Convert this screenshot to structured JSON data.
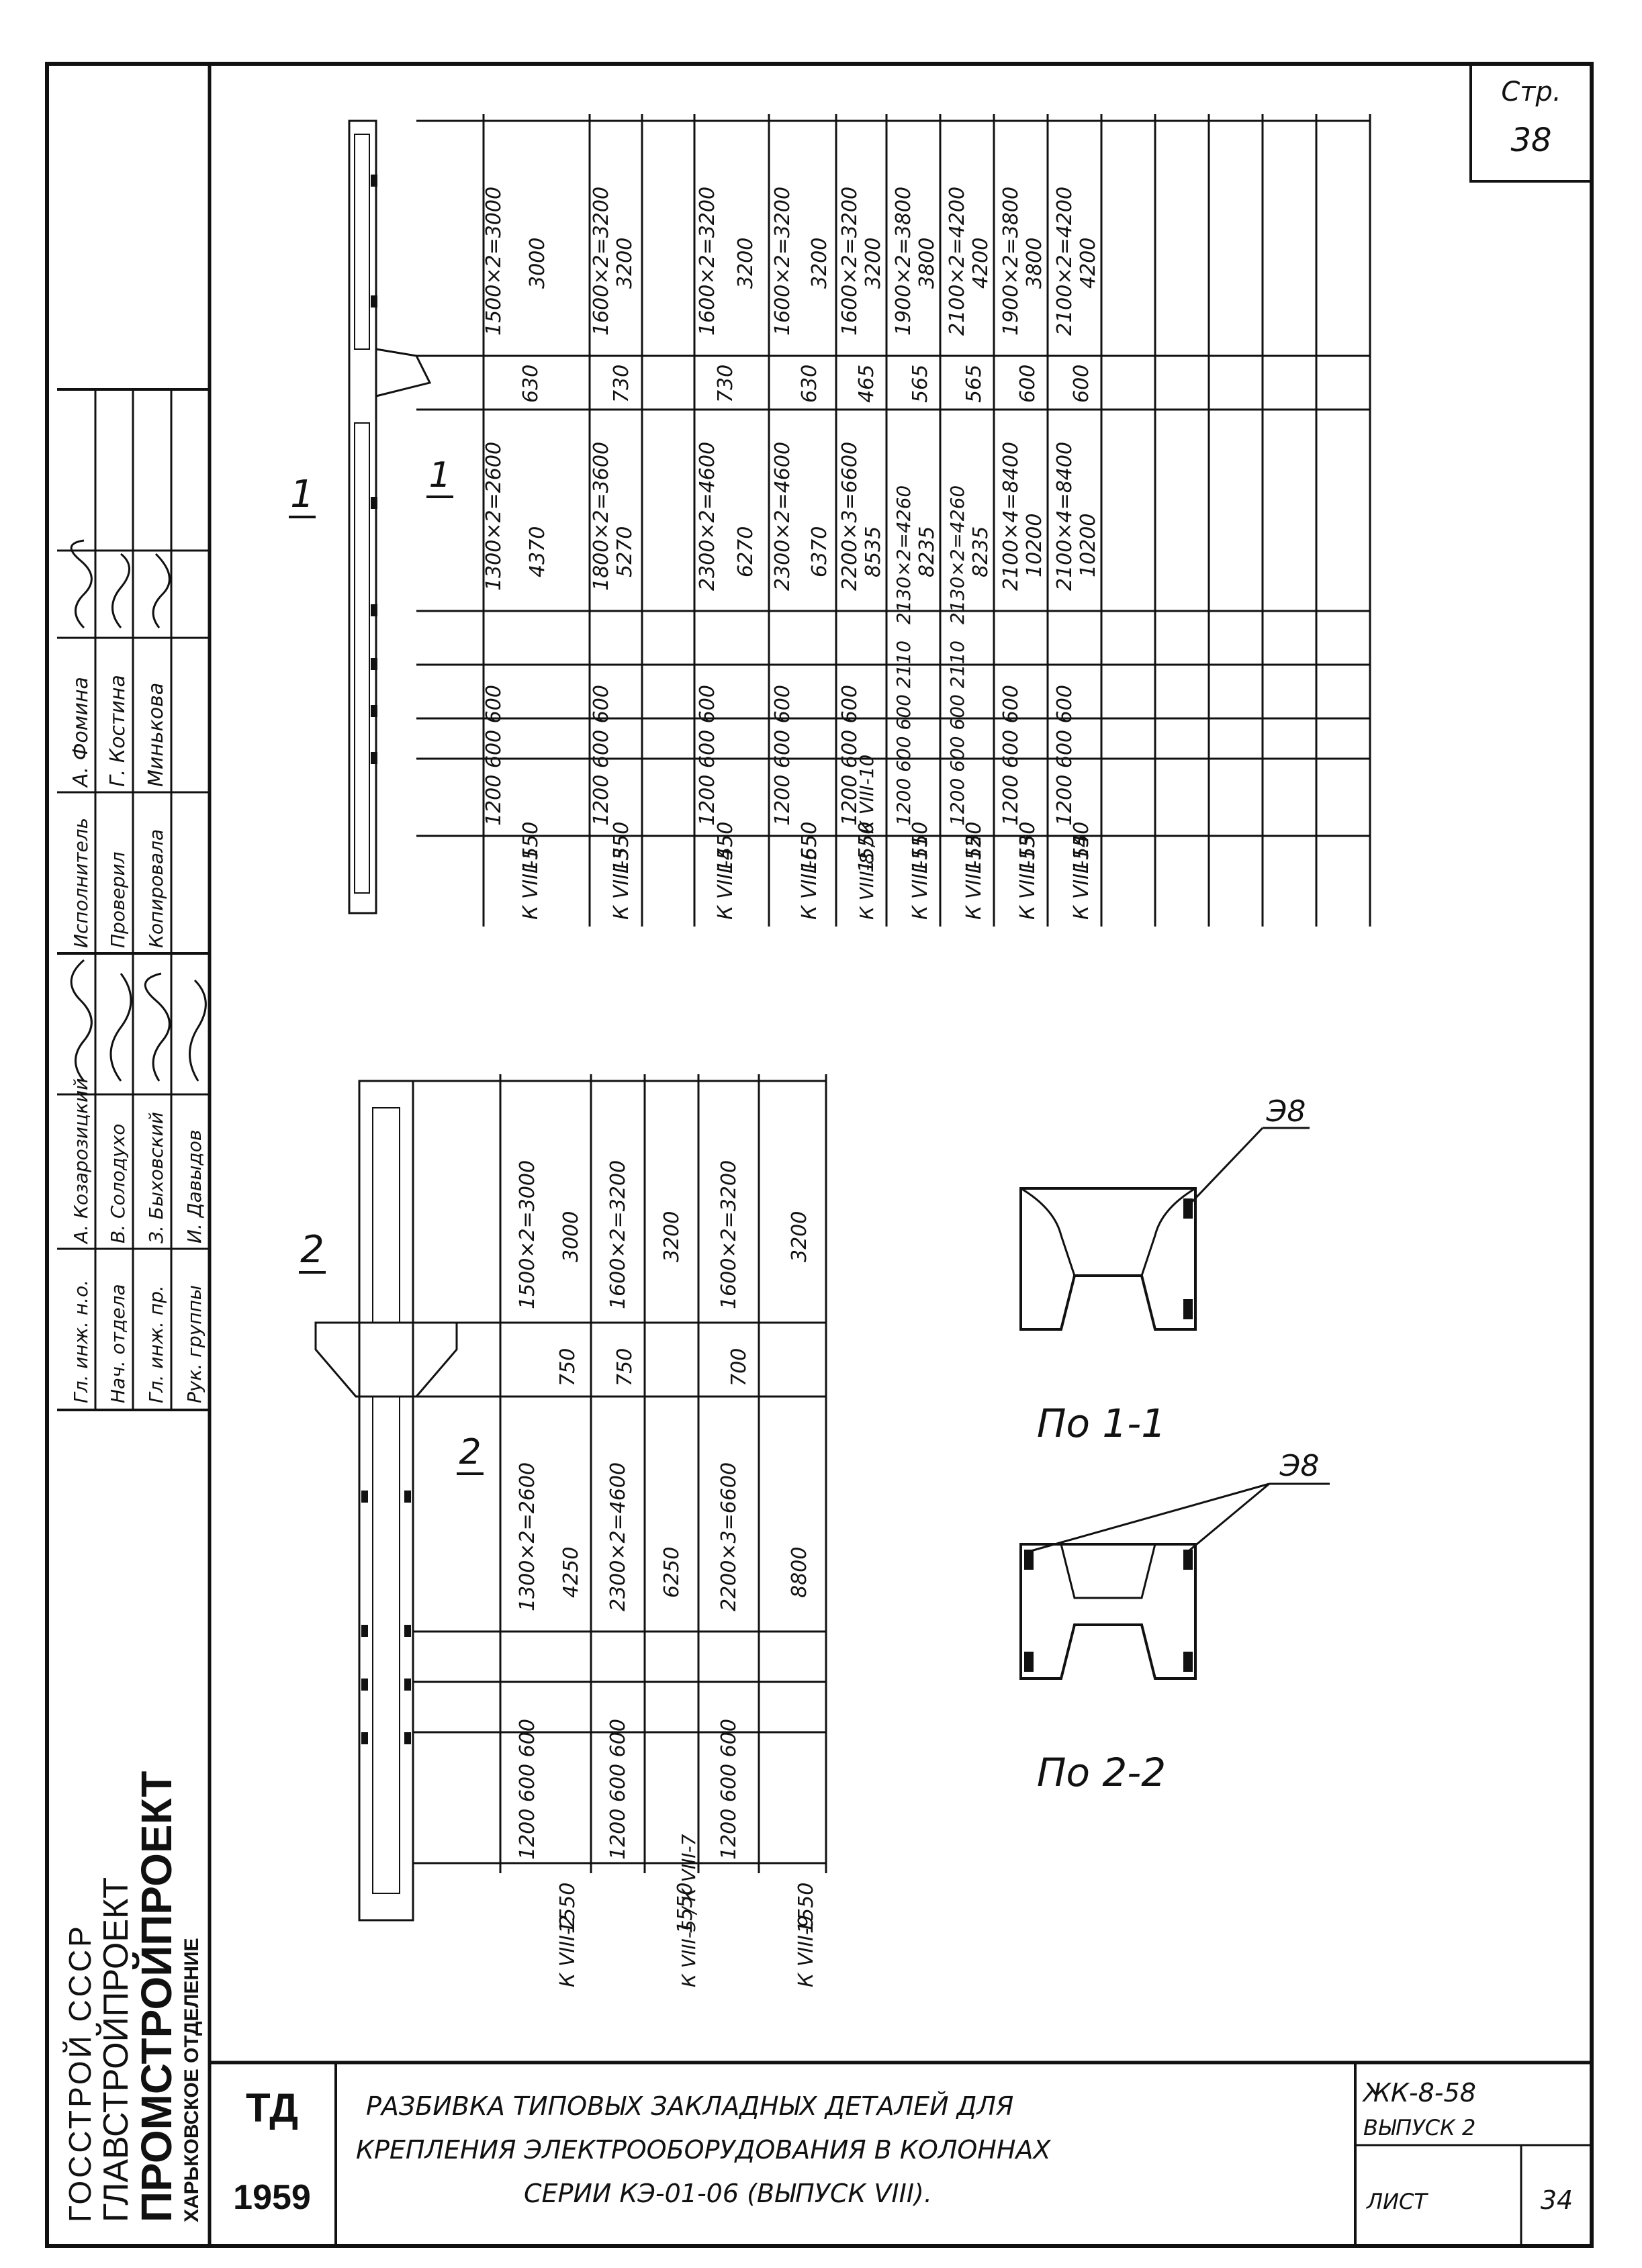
{
  "sheet": {
    "page_label": "Стр.",
    "page_number": "38"
  },
  "org": {
    "line1": "ГОССТРОЙ СССР",
    "line2": "ГЛАВСТРОЙПРОЕКТ",
    "line3": "ПРОМСТРОЙПРОЕКТ",
    "line4": "ХАРЬКОВСКОЕ ОТДЕЛЕНИЕ"
  },
  "stamp": {
    "roles_a": [
      "Гл. инж. н.о.",
      "Нач. отдела",
      "Гл. инж. пр.",
      "Рук. группы"
    ],
    "names_a": [
      "А. Козарозицкий",
      "В. Солодухо",
      "З. Быховский",
      "И. Давыдов"
    ],
    "roles_b": [
      "Исполнитель",
      "Проверил",
      "Копировала"
    ],
    "names_b": [
      "А. Фомина",
      "Г. Костина",
      "Минькова"
    ]
  },
  "column1": {
    "label": "1",
    "dims": [
      {
        "mark": "К VIII-1",
        "a": "1550",
        "b": "1200 600 600",
        "c": "1300×2=2600",
        "total": "4370",
        "d": "630",
        "e": "1500×2=3000",
        "f": "3000"
      },
      {
        "mark": "К VIII-3",
        "a": "1550",
        "b": "1200 600 600",
        "c": "1800×2=3600",
        "total": "5270",
        "d": "730",
        "e": "1600×2=3200",
        "f": "3200"
      },
      {
        "mark": "К VIII-4",
        "a": "1550",
        "b": "1200 600 600",
        "c": "2300×2=4600",
        "total": "6270",
        "d": "730",
        "e": "1600×2=3200",
        "f": "3200"
      },
      {
        "mark": "К VIII-6",
        "a": "1550",
        "b": "1200 600 600",
        "c": "2300×2=4600",
        "total": "6370",
        "d": "630",
        "e": "1600×2=3200",
        "f": "3200"
      },
      {
        "mark": "К VIII-8 / К VIII-10",
        "a": "1550",
        "b": "1200 600 600",
        "c": "2200×3=6600",
        "total": "8535",
        "d": "465",
        "e": "1600×2=3200",
        "f": "3200"
      },
      {
        "mark": "К VIII-11",
        "a": "1550",
        "b": "1200 600 600 2110",
        "c": "2130×2=4260",
        "total": "8235",
        "d": "565",
        "e": "1900×2=3800",
        "f": "3800"
      },
      {
        "mark": "К VIII-12",
        "a": "1550",
        "b": "1200 600 600 2110",
        "c": "2130×2=4260",
        "total": "8235",
        "d": "565",
        "e": "2100×2=4200",
        "f": "4200"
      },
      {
        "mark": "К VIII-13",
        "a": "1550",
        "b": "1200 600 600",
        "c": "2100×4=8400",
        "total": "10200",
        "d": "600",
        "e": "1900×2=3800",
        "f": "3800"
      },
      {
        "mark": "К VIII-14",
        "a": "1550",
        "b": "1200 600 600",
        "c": "2100×4=8400",
        "total": "10200",
        "d": "600",
        "e": "2100×2=4200",
        "f": "4200"
      }
    ]
  },
  "column2": {
    "label": "2",
    "dims": [
      {
        "mark": "К VIII-2",
        "a": "1550",
        "b": "1200 600 600",
        "c": "1300×2=2600",
        "total": "4250",
        "d": "750",
        "e": "1500×2=3000",
        "f": "3000"
      },
      {
        "mark": "К VIII-5 / К VIII-7",
        "a": "1550",
        "b": "1200 600 600",
        "c": "2300×2=4600",
        "total": "6250",
        "d": "750",
        "e": "1600×2=3200",
        "f": "3200"
      },
      {
        "mark": "К VIII-9",
        "a": "1550",
        "b": "1200 600 600",
        "c": "2200×3=6600",
        "total": "8800",
        "d": "700",
        "e": "1600×2=3200",
        "f": "3200"
      }
    ]
  },
  "sections": {
    "s1_label": "По 1-1",
    "s1_mark": "Э8",
    "s2_label": "По 2-2",
    "s2_mark": "Э8"
  },
  "title_block": {
    "td": "ТД",
    "year": "1959",
    "title_line1": "РАЗБИВКА ТИПОВЫХ ЗАКЛАДНЫХ ДЕТАЛЕЙ ДЛЯ",
    "title_line2": "КРЕПЛЕНИЯ ЭЛЕКТРООБОРУДОВАНИЯ В КОЛОННАХ",
    "title_line3": "СЕРИИ КЭ-01-06 (ВЫПУСК VIII).",
    "code": "ЖК-8-58",
    "issue": "ВЫПУСК 2",
    "sheet_label": "ЛИСТ",
    "sheet_number": "34"
  }
}
